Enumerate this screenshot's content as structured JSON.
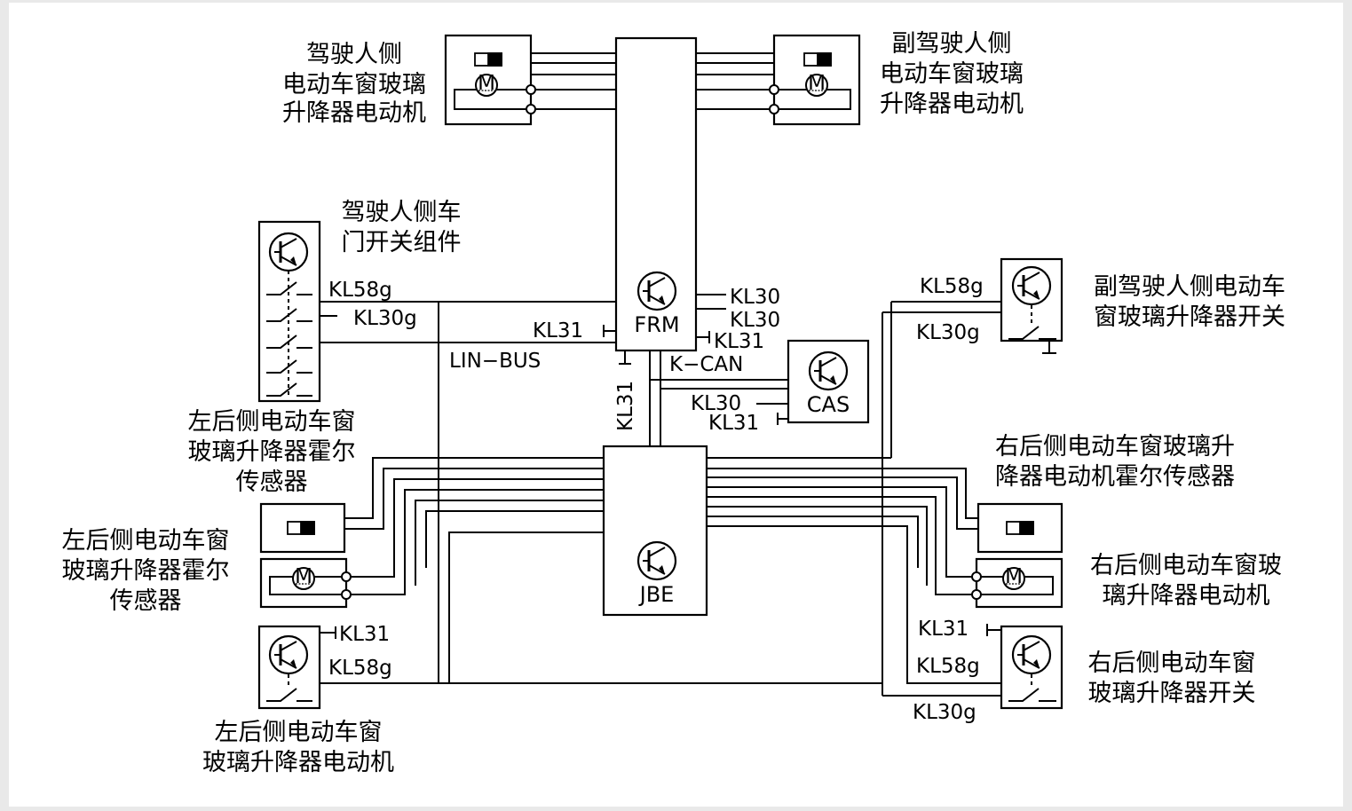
{
  "labels": {
    "driver_motor": [
      "驾驶人侧",
      "电动车窗玻璃",
      "升降器电动机"
    ],
    "passenger_motor": [
      "副驾驶人侧",
      "电动车窗玻璃",
      "升降器电动机"
    ],
    "driver_switch": [
      "驾驶人侧车",
      "门开关组件"
    ],
    "passenger_switch": [
      "副驾驶人侧电动车",
      "窗玻璃升降器开关"
    ],
    "left_rear_hall_top": [
      "左后侧电动车窗",
      "玻璃升降器霍尔",
      "传感器"
    ],
    "right_rear_hall": [
      "右后侧电动车窗玻璃升",
      "降器电动机霍尔传感器"
    ],
    "left_rear_hall_mid": [
      "左后侧电动车窗",
      "玻璃升降器霍尔",
      "传感器"
    ],
    "right_rear_motor": [
      "右后侧电动车窗玻",
      "璃升降器电动机"
    ],
    "right_rear_switch": [
      "右后侧电动车窗",
      "玻璃升降器开关"
    ],
    "left_rear_motor": [
      "左后侧电动车窗",
      "玻璃升降器电动机"
    ]
  },
  "modules": {
    "frm": "FRM",
    "cas": "CAS",
    "jbe": "JBE"
  },
  "signals": {
    "kl58g": "KL58g",
    "kl30g": "KL30g",
    "kl30": "KL30",
    "kl31": "KL31",
    "lin_bus": "LIN−BUS",
    "k_can": "K−CAN",
    "motor": "M"
  }
}
